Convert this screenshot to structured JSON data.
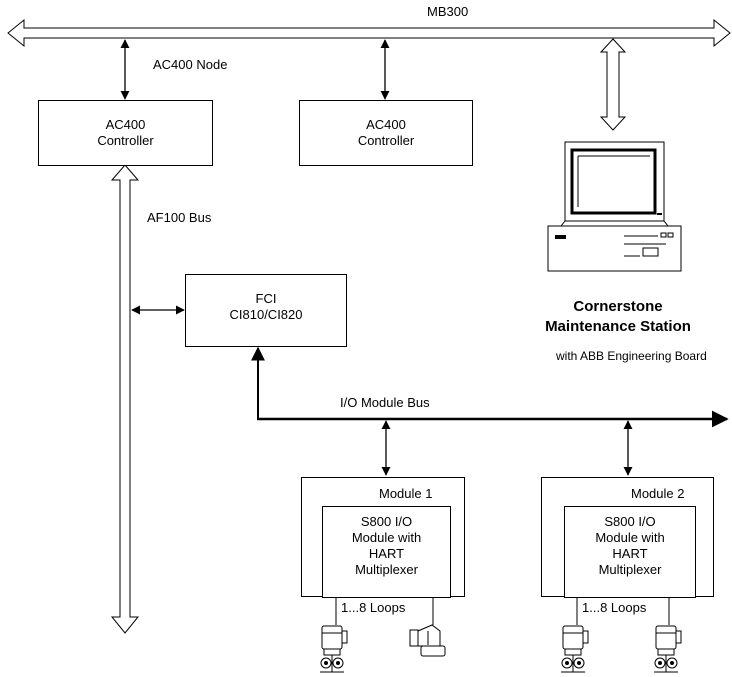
{
  "mb300_label": "MB300",
  "ac400_node_label": "AC400 Node",
  "af100_bus_label": "AF100 Bus",
  "io_module_bus_label": "I/O Module Bus",
  "controller_left": {
    "line1": "AC400",
    "line2": "Controller"
  },
  "controller_mid": {
    "line1": "AC400",
    "line2": "Controller"
  },
  "fci": {
    "line1": "FCI",
    "line2": "CI810/CI820"
  },
  "station": {
    "title_line1": "Cornerstone",
    "title_line2": "Maintenance Station",
    "subtitle": "with ABB Engineering Board"
  },
  "module1": {
    "title": "Module 1",
    "inner_lines": [
      "S800 I/O",
      "Module with",
      "HART",
      "Multiplexer"
    ],
    "loops": "1...8 Loops"
  },
  "module2": {
    "title": "Module 2",
    "inner_lines": [
      "S800 I/O",
      "Module with",
      "HART",
      "Multiplexer"
    ],
    "loops": "1...8 Loops"
  },
  "icons": [
    "pc-workstation-icon",
    "field-transmitter-icon"
  ]
}
